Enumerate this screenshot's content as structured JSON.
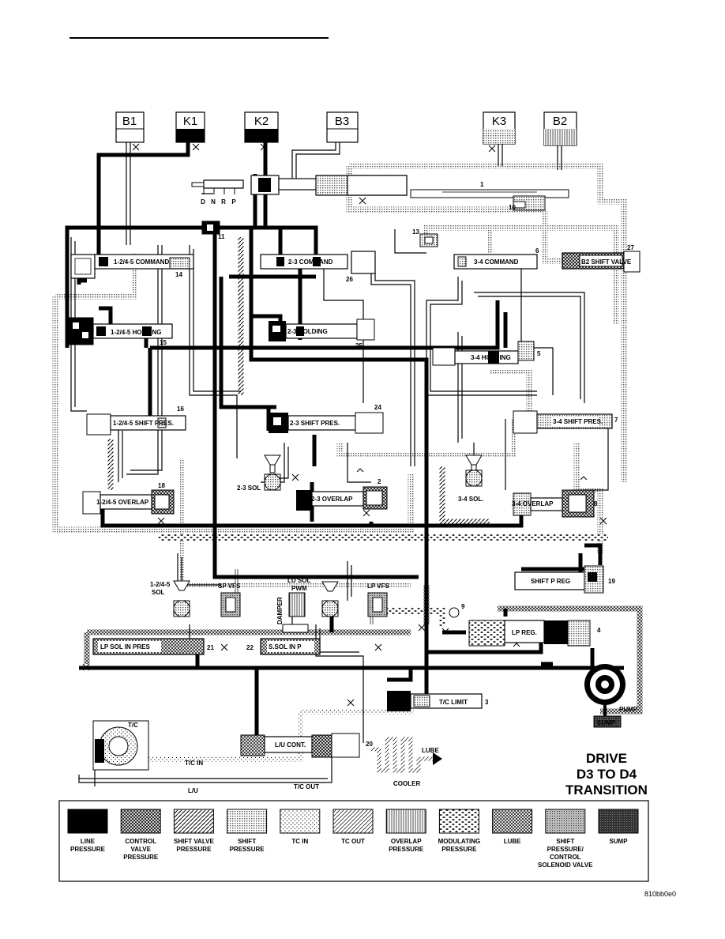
{
  "title_lines": [
    "DRIVE",
    "D3 TO D4",
    "TRANSITION"
  ],
  "clutches": [
    {
      "name": "B1",
      "fill": "white"
    },
    {
      "name": "K1",
      "fill": "line"
    },
    {
      "name": "K2",
      "fill": "line"
    },
    {
      "name": "B3",
      "fill": "white"
    },
    {
      "name": "K3",
      "fill": "shift"
    },
    {
      "name": "B2",
      "fill": "sump"
    }
  ],
  "gear_positions": [
    "D",
    "N",
    "R",
    "P"
  ],
  "valve_labels": {
    "cmd_1245": "1-2/4-5 COMMAND",
    "cmd_23": "2-3 COMMAND",
    "cmd_34": "3-4 COMMAND",
    "b2_shift": "B2 SHIFT VALVE",
    "hold_1245": "1-2/4-5 HOLDING",
    "hold_23": "2-3 HOLDING",
    "hold_34": "3-4 HOLDING",
    "sp_1245": "1-2/4-5 SHIFT PRES.",
    "sp_23": "2-3 SHIFT PRES.",
    "sp_34": "3-4 SHIFT PRES.",
    "ov_1245": "1-2/4-5 OVERLAP",
    "ov_23": "2-3 OVERLAP",
    "ov_34": "3-4 OVERLAP",
    "sol_23": "2-3 SOL",
    "sol_34": "3-4 SOL.",
    "sol_1245_a": "1-2/4-5",
    "sol_1245_b": "SOL",
    "shift_p_reg": "SHIFT P REG",
    "sp_vfs": "SP VFS",
    "lu_sol_a": "LU SOL",
    "lu_sol_b": "PWM",
    "damper": "DAMPER",
    "lp_vfs": "LP VFS",
    "lp_reg": "LP REG.",
    "lp_sol_in": "LP SOL IN PRES",
    "s_sol_in": "S.SOL IN P",
    "tc_limit": "T/C LIMIT",
    "lu_cont": "L/U CONT.",
    "tc": "T/C",
    "tc_in": "T/C IN",
    "tc_out": "T/C OUT",
    "lu": "L/U",
    "cooler": "COOLER",
    "lube": "LUBE",
    "pump": "PUMP",
    "sump": "SUMP"
  },
  "numbers": [
    "1",
    "2",
    "3",
    "4",
    "5",
    "6",
    "7",
    "8",
    "9",
    "10",
    "11",
    "13",
    "14",
    "15",
    "16",
    "18",
    "19",
    "20",
    "21",
    "22",
    "24",
    "25",
    "26",
    "27"
  ],
  "legend": [
    {
      "key": "line",
      "lines": [
        "LINE",
        "PRESSURE"
      ]
    },
    {
      "key": "control",
      "lines": [
        "CONTROL",
        "VALVE",
        "PRESSURE"
      ]
    },
    {
      "key": "shiftvalve",
      "lines": [
        "SHIFT VALVE",
        "PRESSURE"
      ]
    },
    {
      "key": "shift",
      "lines": [
        "SHIFT",
        "PRESSURE"
      ]
    },
    {
      "key": "tcin",
      "lines": [
        "TC IN"
      ]
    },
    {
      "key": "tcout",
      "lines": [
        "TC OUT"
      ]
    },
    {
      "key": "overlap",
      "lines": [
        "OVERLAP",
        "PRESSURE"
      ]
    },
    {
      "key": "modulating",
      "lines": [
        "MODULATING",
        "PRESSURE"
      ]
    },
    {
      "key": "lube",
      "lines": [
        "LUBE"
      ]
    },
    {
      "key": "shiftcontrol",
      "lines": [
        "SHIFT",
        "PRESSURE/",
        "CONTROL",
        "SOLENOID VALVE"
      ]
    },
    {
      "key": "sump",
      "lines": [
        "SUMP"
      ]
    }
  ],
  "figure_code": "810bb0e0"
}
